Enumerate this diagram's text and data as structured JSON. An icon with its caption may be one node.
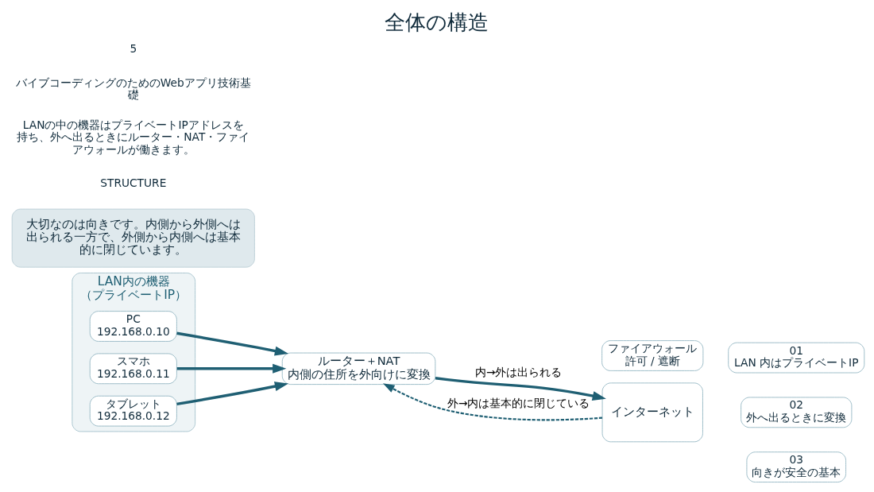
{
  "diagram": {
    "title": "全体の構造",
    "nodes": [
      {
        "text": [
          "LAN内の機器",
          "（プライベートIP）"
        ]
      },
      {
        "text": [
          "PC",
          "192.168.0.10"
        ],
        "in": 0
      },
      {
        "text": [
          "スマホ",
          "192.168.0.11"
        ],
        "in": 0
      },
      {
        "text": [
          "タブレット",
          "192.168.0.12"
        ],
        "in": 0
      },
      {
        "text": [
          "ルーター＋NAT",
          "内側の住所を外向けに変換"
        ]
      },
      {
        "text": [
          "ファイアウォール",
          "許可 / 遮断"
        ]
      },
      {
        "text": [
          "インターネット"
        ]
      },
      {
        "text": [
          "01",
          "LAN 内はプライベートIP"
        ]
      },
      {
        "text": [
          "02",
          "外へ出るときに変換"
        ]
      },
      {
        "text": [
          "03",
          "向きが安全の基本"
        ]
      },
      {
        "text": [
          "大切なのは向きです。内側から外側へは出られる一方で、外側から内側へは基本的に閉じています。"
        ]
      }
    ],
    "edges": [
      {
        "from": 1,
        "to": 4,
        "arrow": "to"
      },
      {
        "from": 2,
        "to": 4,
        "arrow": "to"
      },
      {
        "from": 3,
        "to": 4,
        "arrow": "to"
      },
      {
        "from": 4,
        "to": 6,
        "arrow": "to",
        "label": "内→外は出られる"
      },
      {
        "from": 6,
        "to": 4,
        "arrow": "to",
        "label": "外→内は基本的に閉じている",
        "style": "dashed"
      }
    ],
    "labels": [
      "STRUCTURE",
      "LANの中の機器はプライベートIPアドレスを持ち、外へ出るときにルーター・NAT・ファイアウォールが働きます。",
      "バイブコーディングのためのWebアプリ技術基礎",
      "5"
    ]
  }
}
